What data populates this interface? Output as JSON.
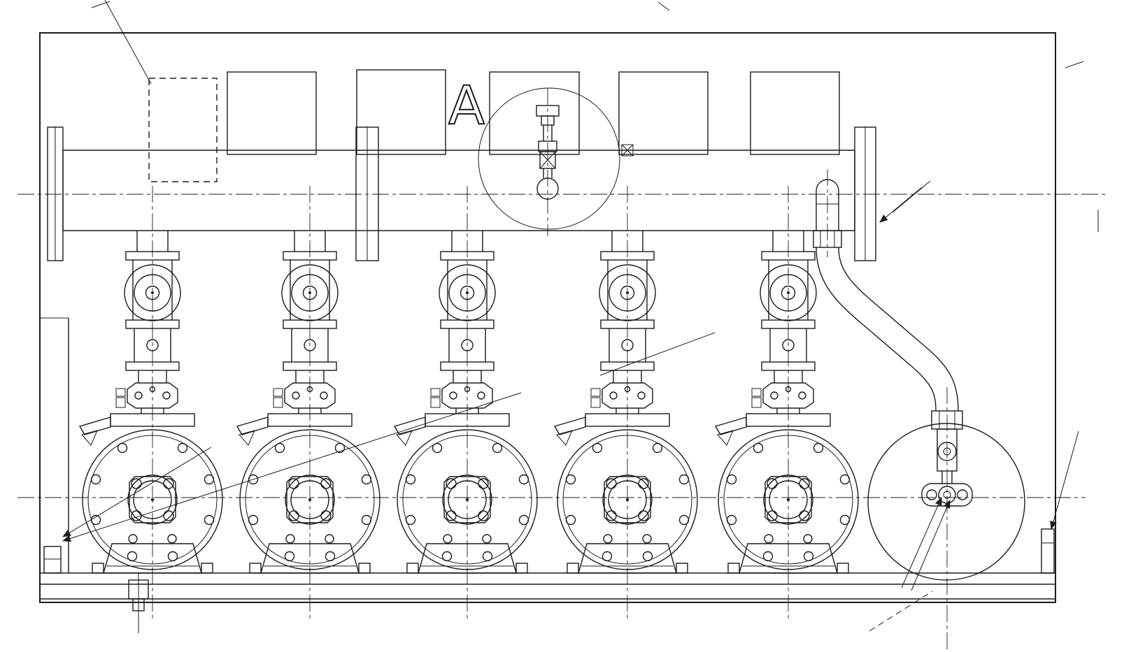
{
  "drawing": {
    "detail_label": "A",
    "line_color": "#1b1b1b",
    "background_color": "#ffffff",
    "pump_count": 5,
    "components": {
      "manifold": "discharge-manifold",
      "pump": "pump-assembly",
      "tank": "pressure-tank",
      "base": "skid-base-frame",
      "instrument": "manifold-instrument-valve",
      "detail_marker": "A"
    }
  }
}
